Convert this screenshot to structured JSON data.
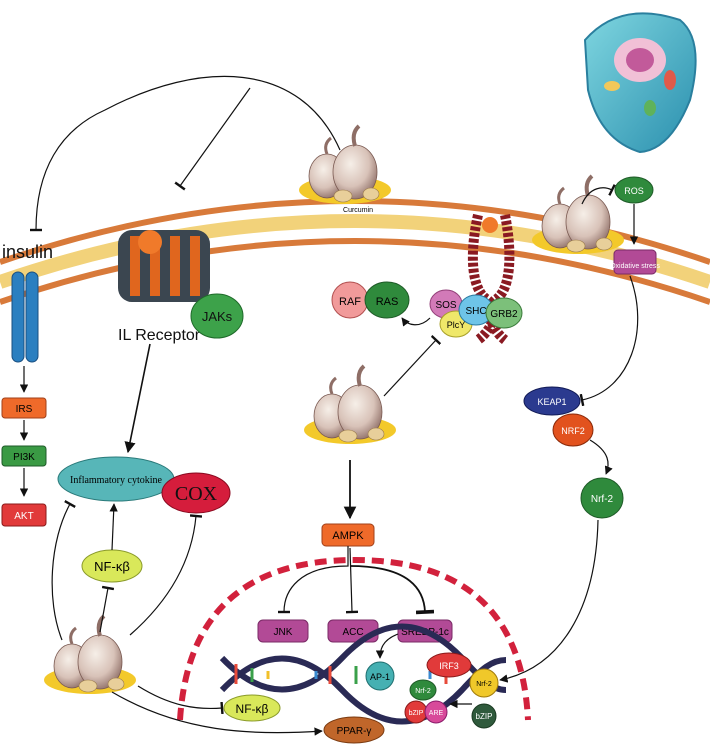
{
  "labels": {
    "insulin": "insulin",
    "il_receptor": "IL Receptor",
    "jaks": "JAKs",
    "curcumin": "Curcumin",
    "irs": "IRS",
    "pi3k": "PI3K",
    "akt": "AKT",
    "inflammatory_cytokine": "Inflammatory cytokine",
    "cox": "COX",
    "nfkb_upper": "NF-κβ",
    "nfkb_lower": "NF-κβ",
    "ppar": "PPAR-γ",
    "raf": "RAF",
    "ras": "RAS",
    "sos": "SOS",
    "shc": "SHC",
    "grb2": "GRB2",
    "plcy": "PlcY",
    "ros": "ROS",
    "oxidative_stress": "Oxidative stress",
    "keap1": "KEAP1",
    "nrf2": "NRF2",
    "nrf2_free": "Nrf-2",
    "ampk": "AMPK",
    "jnk": "JNK",
    "acc": "ACC",
    "srebp": "SREBP-1c",
    "ap1": "AP-1",
    "irf3": "IRF3",
    "nrf2_nuc": "Nrf-2",
    "nrf2_dna": "Nrf-2",
    "bzip_small": "bZIP",
    "are": "ARE",
    "bzip": "bZIP"
  },
  "colors": {
    "membrane_head": "#d87a3a",
    "membrane_tail": "#f2d27a",
    "nucleus_border": "#d2213c",
    "node_orange": "#ef6a2a",
    "node_green": "#2f8a3c",
    "node_red": "#e13a3a",
    "node_magenta": "#b24a96",
    "node_teal": "#45b0b2",
    "node_yellow": "#e6ee66",
    "node_navy": "#2b3a8f",
    "garlic_highlight": "#f3c92a"
  },
  "icons": [
    "garlic-bulb-icon",
    "cell-icon",
    "receptor-icon"
  ]
}
